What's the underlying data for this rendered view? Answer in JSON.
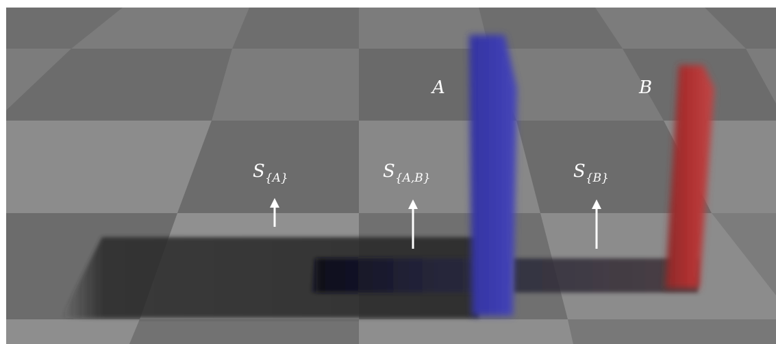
{
  "labels": {
    "A": "A",
    "B": "B",
    "S_A_base": "S",
    "S_A_sub": "{A}",
    "S_AB_base": "S",
    "S_AB_sub": "{A,B}",
    "S_B_base": "S",
    "S_B_sub": "{B}"
  },
  "objects": {
    "A": {
      "color": "#3a3aa8",
      "name": "A"
    },
    "B": {
      "color": "#b83a3a",
      "name": "B"
    }
  },
  "colors": {
    "floor_light": "#8a8a8a",
    "floor_dark": "#6c6c6c",
    "shadow": "#2e2e2e",
    "arrow": "#ffffff"
  }
}
